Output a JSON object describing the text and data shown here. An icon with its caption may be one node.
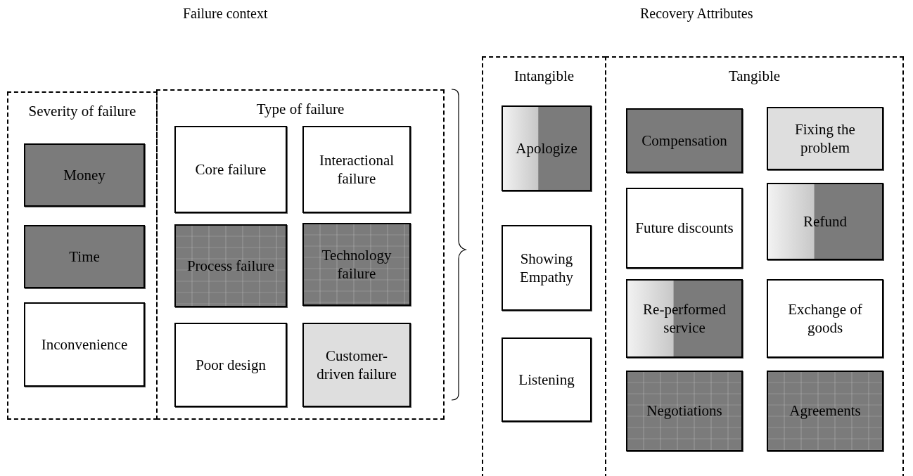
{
  "diagram": {
    "nodes": [
      {
        "text": [
          "Severity of failure"
        ]
      },
      {
        "text": [
          "Money"
        ],
        "in": 0
      },
      {
        "text": [
          "Time"
        ],
        "in": 0
      },
      {
        "text": [
          "Inconvenience"
        ],
        "in": 0
      },
      {
        "text": [
          "Type of failure"
        ]
      },
      {
        "text": [
          "Core failure"
        ],
        "in": 4
      },
      {
        "text": [
          "Interactional failure"
        ],
        "in": 4
      },
      {
        "text": [
          "Process failure"
        ],
        "in": 4
      },
      {
        "text": [
          "Technology failure"
        ],
        "in": 4
      },
      {
        "text": [
          "Poor design"
        ],
        "in": 4
      },
      {
        "text": [
          "Customer-driven failure"
        ],
        "in": 4
      },
      {
        "text": [
          "Intangible"
        ]
      },
      {
        "text": [
          "Apologize"
        ],
        "in": 11
      },
      {
        "text": [
          "Showing Empathy"
        ],
        "in": 11
      },
      {
        "text": [
          "Listening"
        ],
        "in": 11
      },
      {
        "text": [
          "Tangible"
        ]
      },
      {
        "text": [
          "Compensation"
        ],
        "in": 15
      },
      {
        "text": [
          "Fixing the problem"
        ],
        "in": 15
      },
      {
        "text": [
          "Future discounts"
        ],
        "in": 15
      },
      {
        "text": [
          "Refund"
        ],
        "in": 15
      },
      {
        "text": [
          "Re-performed service"
        ],
        "in": 15
      },
      {
        "text": [
          "Exchange of goods"
        ],
        "in": 15
      },
      {
        "text": [
          "Negotiations"
        ],
        "in": 15
      },
      {
        "text": [
          "Agreements"
        ],
        "in": 15
      }
    ],
    "labels": [
      "Failure context",
      "Recovery Attributes"
    ]
  }
}
